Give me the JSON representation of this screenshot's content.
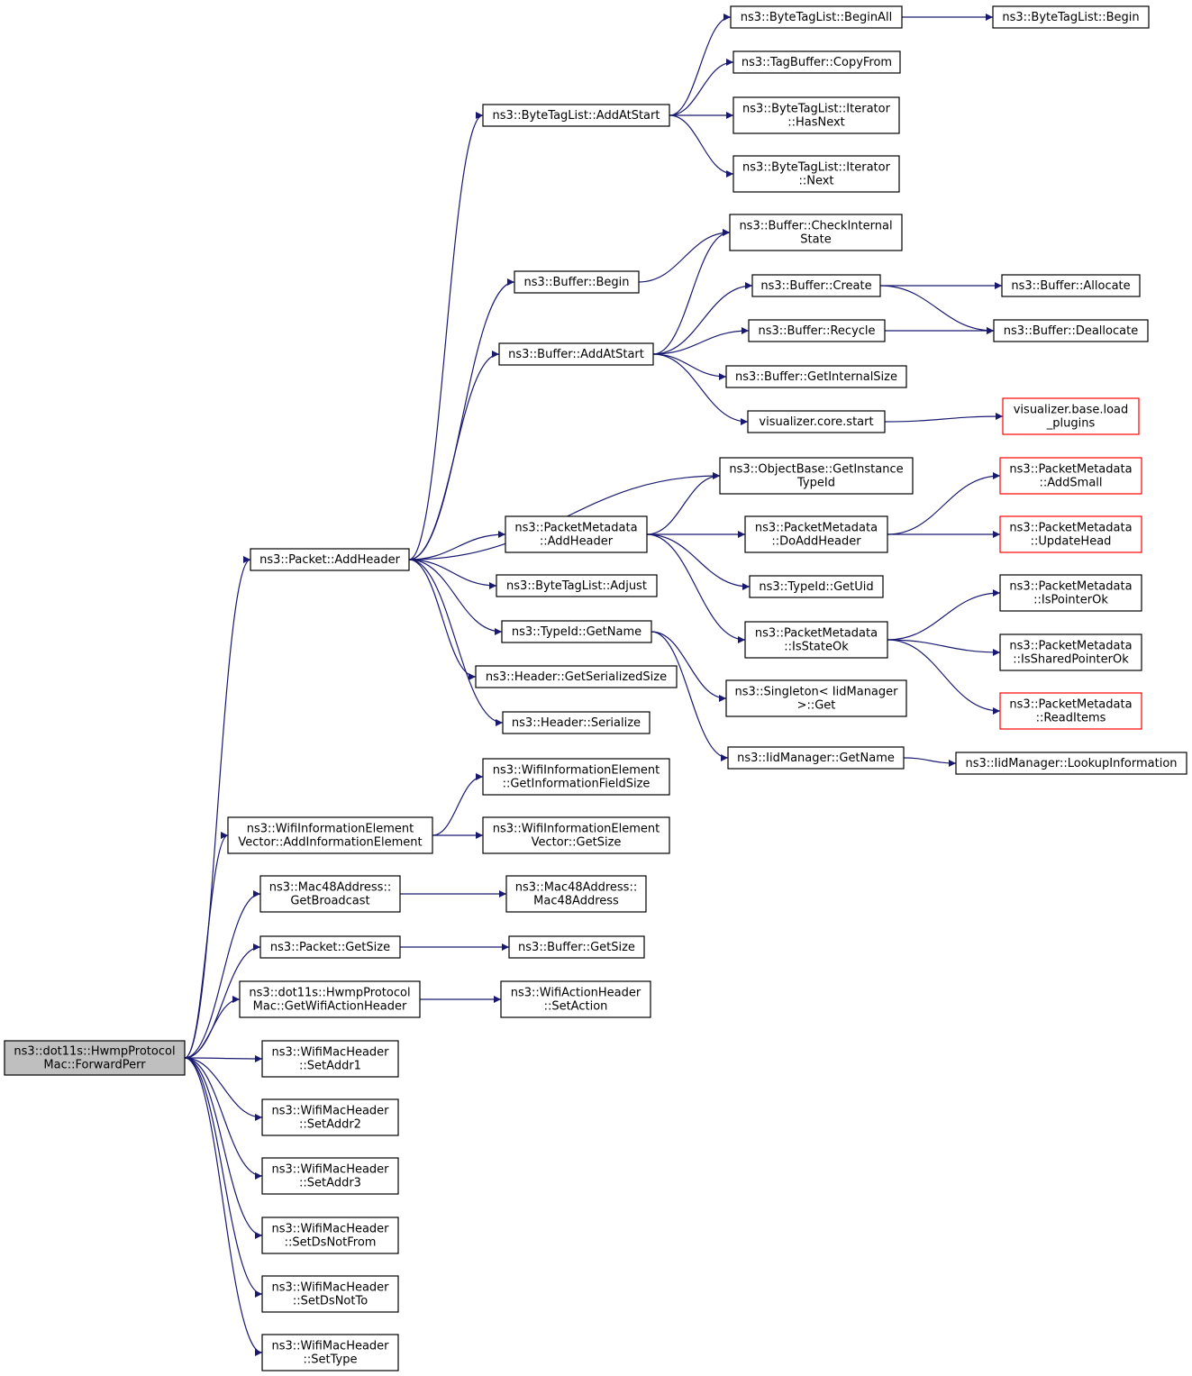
{
  "colors": {
    "edge": "#191970",
    "node_border": "#000000",
    "node_border_external": "#ff0000",
    "root_fill": "#bfbfbf",
    "node_fill": "#ffffff",
    "text": "#000000"
  },
  "nodes": [
    {
      "id": "root",
      "lines": [
        "ns3::dot11s::HwmpProtocol",
        "Mac::ForwardPerr"
      ],
      "root": true
    },
    {
      "id": "pkt_addheader",
      "lines": [
        "ns3::Packet::AddHeader"
      ]
    },
    {
      "id": "wie_add",
      "lines": [
        "ns3::WifiInformationElement",
        "Vector::AddInformationElement"
      ]
    },
    {
      "id": "mac48_getbcast",
      "lines": [
        "ns3::Mac48Address::",
        "GetBroadcast"
      ]
    },
    {
      "id": "pkt_getsize",
      "lines": [
        "ns3::Packet::GetSize"
      ]
    },
    {
      "id": "hwmp_getwah",
      "lines": [
        "ns3::dot11s::HwmpProtocol",
        "Mac::GetWifiActionHeader"
      ]
    },
    {
      "id": "wmh_addr1",
      "lines": [
        "ns3::WifiMacHeader",
        "::SetAddr1"
      ]
    },
    {
      "id": "wmh_addr2",
      "lines": [
        "ns3::WifiMacHeader",
        "::SetAddr2"
      ]
    },
    {
      "id": "wmh_addr3",
      "lines": [
        "ns3::WifiMacHeader",
        "::SetAddr3"
      ]
    },
    {
      "id": "wmh_dsnotfrom",
      "lines": [
        "ns3::WifiMacHeader",
        "::SetDsNotFrom"
      ]
    },
    {
      "id": "wmh_dsnotto",
      "lines": [
        "ns3::WifiMacHeader",
        "::SetDsNotTo"
      ]
    },
    {
      "id": "wmh_settype",
      "lines": [
        "ns3::WifiMacHeader",
        "::SetType"
      ]
    },
    {
      "id": "btl_addatstart",
      "lines": [
        "ns3::ByteTagList::AddAtStart"
      ]
    },
    {
      "id": "buf_begin",
      "lines": [
        "ns3::Buffer::Begin"
      ]
    },
    {
      "id": "buf_addatstart",
      "lines": [
        "ns3::Buffer::AddAtStart"
      ]
    },
    {
      "id": "pm_addheader",
      "lines": [
        "ns3::PacketMetadata",
        "::AddHeader"
      ]
    },
    {
      "id": "btl_adjust",
      "lines": [
        "ns3::ByteTagList::Adjust"
      ]
    },
    {
      "id": "typeid_getname",
      "lines": [
        "ns3::TypeId::GetName"
      ]
    },
    {
      "id": "hdr_getsersize",
      "lines": [
        "ns3::Header::GetSerializedSize"
      ]
    },
    {
      "id": "hdr_serialize",
      "lines": [
        "ns3::Header::Serialize"
      ]
    },
    {
      "id": "wie_getifsize",
      "lines": [
        "ns3::WifiInformationElement",
        "::GetInformationFieldSize"
      ]
    },
    {
      "id": "wie_getsize",
      "lines": [
        "ns3::WifiInformationElement",
        "Vector::GetSize"
      ]
    },
    {
      "id": "mac48_ctor",
      "lines": [
        "ns3::Mac48Address::",
        "Mac48Address"
      ]
    },
    {
      "id": "buf_getsize",
      "lines": [
        "ns3::Buffer::GetSize"
      ]
    },
    {
      "id": "wah_setaction",
      "lines": [
        "ns3::WifiActionHeader",
        "::SetAction"
      ]
    },
    {
      "id": "btl_beginall",
      "lines": [
        "ns3::ByteTagList::BeginAll"
      ]
    },
    {
      "id": "tagbuf_copyfrom",
      "lines": [
        "ns3::TagBuffer::CopyFrom"
      ]
    },
    {
      "id": "btl_it_hasnext",
      "lines": [
        "ns3::ByteTagList::Iterator",
        "::HasNext"
      ]
    },
    {
      "id": "btl_it_next",
      "lines": [
        "ns3::ByteTagList::Iterator",
        "::Next"
      ]
    },
    {
      "id": "buf_checkinternal",
      "lines": [
        "ns3::Buffer::CheckInternal",
        "State"
      ]
    },
    {
      "id": "buf_create",
      "lines": [
        "ns3::Buffer::Create"
      ]
    },
    {
      "id": "buf_recycle",
      "lines": [
        "ns3::Buffer::Recycle"
      ]
    },
    {
      "id": "buf_getinternalsize",
      "lines": [
        "ns3::Buffer::GetInternalSize"
      ]
    },
    {
      "id": "viz_core_start",
      "lines": [
        "visualizer.core.start"
      ]
    },
    {
      "id": "objbase_getinstance",
      "lines": [
        "ns3::ObjectBase::GetInstance",
        "TypeId"
      ]
    },
    {
      "id": "pm_doaddheader",
      "lines": [
        "ns3::PacketMetadata",
        "::DoAddHeader"
      ]
    },
    {
      "id": "typeid_getuid",
      "lines": [
        "ns3::TypeId::GetUid"
      ]
    },
    {
      "id": "pm_isstateok",
      "lines": [
        "ns3::PacketMetadata",
        "::IsStateOk"
      ]
    },
    {
      "id": "singleton_get",
      "lines": [
        "ns3::Singleton< IidManager",
        " >::Get"
      ]
    },
    {
      "id": "iid_getname",
      "lines": [
        "ns3::IidManager::GetName"
      ]
    },
    {
      "id": "btl_begin",
      "lines": [
        "ns3::ByteTagList::Begin"
      ]
    },
    {
      "id": "buf_allocate",
      "lines": [
        "ns3::Buffer::Allocate"
      ]
    },
    {
      "id": "buf_deallocate",
      "lines": [
        "ns3::Buffer::Deallocate"
      ]
    },
    {
      "id": "viz_base_load",
      "lines": [
        "visualizer.base.load",
        "_plugins"
      ],
      "external": true
    },
    {
      "id": "pm_addsmall",
      "lines": [
        "ns3::PacketMetadata",
        "::AddSmall"
      ],
      "external": true
    },
    {
      "id": "pm_updatehead",
      "lines": [
        "ns3::PacketMetadata",
        "::UpdateHead"
      ],
      "external": true
    },
    {
      "id": "pm_ispointerok",
      "lines": [
        "ns3::PacketMetadata",
        "::IsPointerOk"
      ]
    },
    {
      "id": "pm_issharedptrok",
      "lines": [
        "ns3::PacketMetadata",
        "::IsSharedPointerOk"
      ]
    },
    {
      "id": "pm_readitems",
      "lines": [
        "ns3::PacketMetadata",
        "::ReadItems"
      ],
      "external": true
    },
    {
      "id": "iid_lookupinfo",
      "lines": [
        "ns3::IidManager::LookupInformation"
      ]
    }
  ],
  "edges": [
    [
      "root",
      "pkt_addheader"
    ],
    [
      "root",
      "wie_add"
    ],
    [
      "root",
      "mac48_getbcast"
    ],
    [
      "root",
      "pkt_getsize"
    ],
    [
      "root",
      "hwmp_getwah"
    ],
    [
      "root",
      "wmh_addr1"
    ],
    [
      "root",
      "wmh_addr2"
    ],
    [
      "root",
      "wmh_addr3"
    ],
    [
      "root",
      "wmh_dsnotfrom"
    ],
    [
      "root",
      "wmh_dsnotto"
    ],
    [
      "root",
      "wmh_settype"
    ],
    [
      "pkt_addheader",
      "btl_addatstart"
    ],
    [
      "pkt_addheader",
      "buf_begin"
    ],
    [
      "pkt_addheader",
      "buf_addatstart"
    ],
    [
      "pkt_addheader",
      "objbase_getinstance"
    ],
    [
      "pkt_addheader",
      "pm_addheader"
    ],
    [
      "pkt_addheader",
      "btl_adjust"
    ],
    [
      "pkt_addheader",
      "typeid_getname"
    ],
    [
      "pkt_addheader",
      "hdr_getsersize"
    ],
    [
      "pkt_addheader",
      "hdr_serialize"
    ],
    [
      "btl_addatstart",
      "btl_beginall"
    ],
    [
      "btl_addatstart",
      "tagbuf_copyfrom"
    ],
    [
      "btl_addatstart",
      "btl_it_hasnext"
    ],
    [
      "btl_addatstart",
      "btl_it_next"
    ],
    [
      "btl_beginall",
      "btl_begin"
    ],
    [
      "buf_begin",
      "buf_checkinternal"
    ],
    [
      "buf_addatstart",
      "buf_checkinternal"
    ],
    [
      "buf_addatstart",
      "buf_create"
    ],
    [
      "buf_addatstart",
      "buf_recycle"
    ],
    [
      "buf_addatstart",
      "buf_getinternalsize"
    ],
    [
      "buf_addatstart",
      "viz_core_start"
    ],
    [
      "buf_create",
      "buf_allocate"
    ],
    [
      "buf_create",
      "buf_deallocate"
    ],
    [
      "buf_recycle",
      "buf_deallocate"
    ],
    [
      "viz_core_start",
      "viz_base_load"
    ],
    [
      "pm_addheader",
      "objbase_getinstance"
    ],
    [
      "pm_addheader",
      "pm_doaddheader"
    ],
    [
      "pm_addheader",
      "typeid_getuid"
    ],
    [
      "pm_addheader",
      "pm_isstateok"
    ],
    [
      "pm_doaddheader",
      "pm_addsmall"
    ],
    [
      "pm_doaddheader",
      "pm_updatehead"
    ],
    [
      "pm_isstateok",
      "pm_ispointerok"
    ],
    [
      "pm_isstateok",
      "pm_issharedptrok"
    ],
    [
      "pm_isstateok",
      "pm_readitems"
    ],
    [
      "typeid_getname",
      "singleton_get"
    ],
    [
      "typeid_getname",
      "iid_getname"
    ],
    [
      "iid_getname",
      "iid_lookupinfo"
    ],
    [
      "wie_add",
      "wie_getifsize"
    ],
    [
      "wie_add",
      "wie_getsize"
    ],
    [
      "mac48_getbcast",
      "mac48_ctor"
    ],
    [
      "pkt_getsize",
      "buf_getsize"
    ],
    [
      "hwmp_getwah",
      "wah_setaction"
    ]
  ]
}
